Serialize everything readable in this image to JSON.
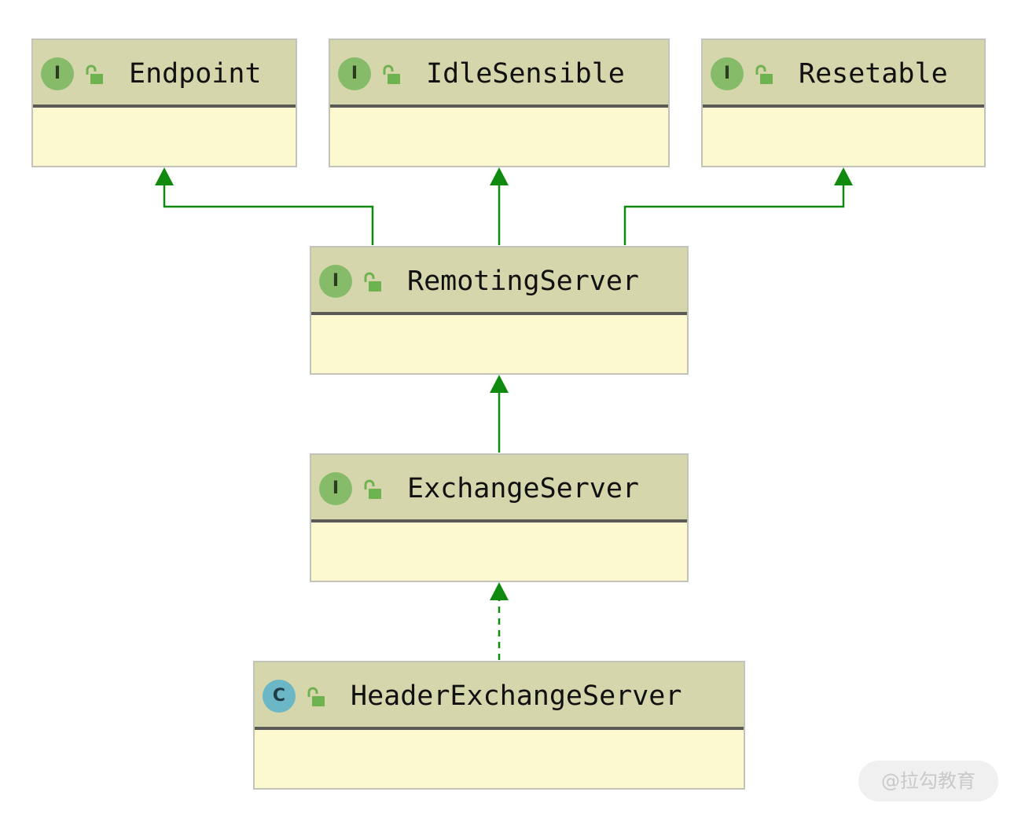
{
  "nodes": [
    {
      "id": "endpoint",
      "name": "Endpoint",
      "kind": "I"
    },
    {
      "id": "idlesensible",
      "name": "IdleSensible",
      "kind": "I"
    },
    {
      "id": "resetable",
      "name": "Resetable",
      "kind": "I"
    },
    {
      "id": "remotingserver",
      "name": "RemotingServer",
      "kind": "I"
    },
    {
      "id": "exchangeserver",
      "name": "ExchangeServer",
      "kind": "I"
    },
    {
      "id": "headerexchangeserver",
      "name": "HeaderExchangeServer",
      "kind": "C"
    }
  ],
  "edges": [
    {
      "from": "remotingserver",
      "to": "endpoint",
      "type": "extends"
    },
    {
      "from": "remotingserver",
      "to": "idlesensible",
      "type": "extends"
    },
    {
      "from": "remotingserver",
      "to": "resetable",
      "type": "extends"
    },
    {
      "from": "exchangeserver",
      "to": "remotingserver",
      "type": "extends"
    },
    {
      "from": "headerexchangeserver",
      "to": "exchangeserver",
      "type": "implements"
    }
  ],
  "colors": {
    "header": "#d6d6ad",
    "body": "#fcf9d1",
    "interface_badge": "#86bb69",
    "class_badge": "#6cb7c6",
    "arrow": "#0f8a0f",
    "lock": "#6fb250"
  },
  "icons": {
    "visibility": "unlocked-padlock-icon"
  },
  "watermark": "@拉勾教育"
}
